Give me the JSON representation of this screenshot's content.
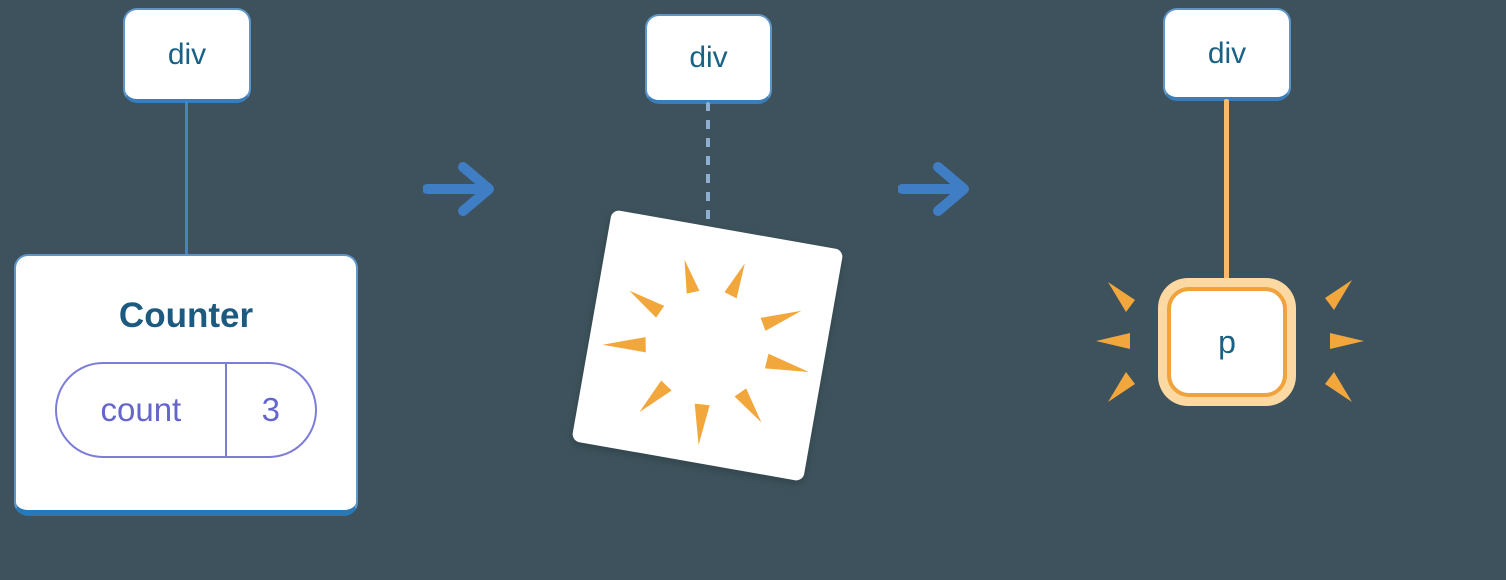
{
  "diagram": {
    "description": "Component tree state reset diagram: a div containing a Counter component with state is destroyed and replaced by a p element",
    "panels": {
      "before": {
        "parent_tag": "div",
        "component_title": "Counter",
        "state": {
          "key": "count",
          "value": "3"
        }
      },
      "during": {
        "parent_tag": "div"
      },
      "after": {
        "parent_tag": "div",
        "child_tag": "p"
      }
    },
    "icons": {
      "arrow_between_panels": "arrow-right-icon",
      "destruction": "poof-burst-icon",
      "highlight": "sparkle-rays-icon"
    },
    "colors": {
      "background": "#3d525c",
      "node_fill": "#ffffff",
      "node_border_blue": "#5e95c8",
      "node_border_blue_dark": "#2979b8",
      "tag_text_blue": "#1a6186",
      "component_title_blue": "#1d5a7f",
      "state_purple": "#6565cc",
      "edge_blue": "#4a82be",
      "edge_dashed_blue": "#8fafd0",
      "arrow_blue": "#3f7dc4",
      "orange": "#f2a73d",
      "orange_light": "#fcd9a2",
      "edge_orange": "#f7ba6b"
    }
  }
}
